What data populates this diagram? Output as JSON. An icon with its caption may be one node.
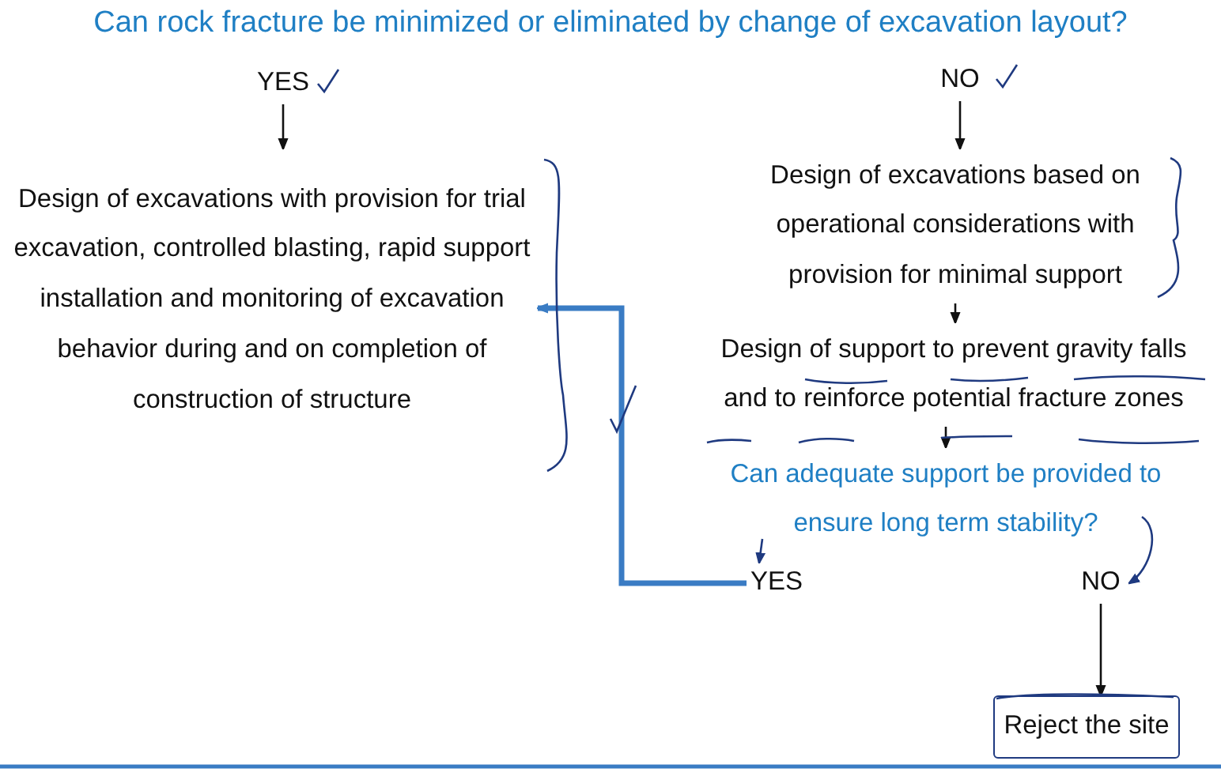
{
  "diagram": {
    "title": "Can rock fracture be minimized or eliminated by change of excavation layout?",
    "nodes": [
      {
        "text": [
          "YES"
        ]
      },
      {
        "text": [
          "NO"
        ]
      },
      {
        "text": [
          "Design of excavations with provision for trial excavation, controlled blasting, rapid support installation and monitoring of excavation behavior during and on completion of construction of structure"
        ]
      },
      {
        "text": [
          "Design of excavations based on operational considerations with provision for minimal support"
        ]
      },
      {
        "text": [
          "Design of support to prevent gravity falls and to reinforce potential fracture zones"
        ]
      },
      {
        "text": [
          "Can adequate support be provided to ensure long term stability?"
        ]
      },
      {
        "text": [
          "YES"
        ]
      },
      {
        "text": [
          "NO"
        ]
      },
      {
        "text": [
          "Reject the site"
        ]
      }
    ],
    "edges": [
      {
        "from": 0,
        "to": 2,
        "arrow": "to"
      },
      {
        "from": 1,
        "to": 3,
        "arrow": "to"
      },
      {
        "from": 3,
        "to": 4,
        "arrow": "to"
      },
      {
        "from": 4,
        "to": 5,
        "arrow": "to"
      },
      {
        "from": 6,
        "to": 2,
        "arrow": "to",
        "style": "thick",
        "color": "#3a7cc4"
      },
      {
        "from": 7,
        "to": 8,
        "arrow": "to"
      },
      {
        "from": 5,
        "to": 6,
        "arrow": "to",
        "color": "#1f3a80"
      },
      {
        "from": 5,
        "to": 7,
        "arrow": "to",
        "color": "#1f3a80"
      }
    ]
  }
}
